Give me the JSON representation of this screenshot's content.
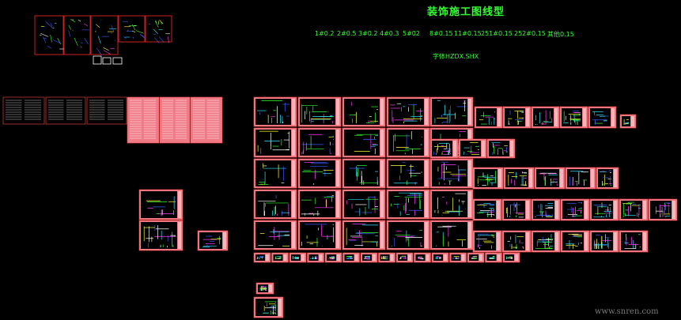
{
  "title": "装饰施工图线型",
  "line_weights": [
    "1#0.2",
    "2#0.5",
    "3#0.2",
    "4#0.3",
    "5#02",
    "8#0.15",
    "11#0.15",
    "251#0.15",
    "252#0.15",
    "其他0.15"
  ],
  "font_label": "字体HZDX.SHX",
  "watermark": "www.snren.com",
  "colors": {
    "background": "#000000",
    "sheet_fill": "#f07a86",
    "frame": "#ff4a4a",
    "line_green": "#33ff33",
    "line_cyan": "#2fe4ff",
    "line_blue": "#3a5bff",
    "line_yellow": "#ffff33",
    "line_magenta": "#ff3aff",
    "white": "#ffffff"
  }
}
